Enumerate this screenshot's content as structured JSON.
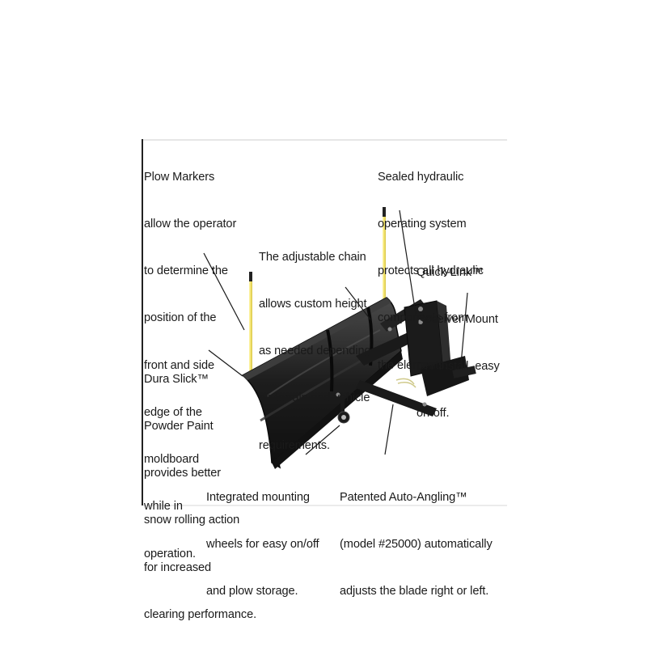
{
  "figure": {
    "subject": "ATV/UTV snow plow with labeled features",
    "colors": {
      "background": "#ffffff",
      "text": "#1a1a1a",
      "plow_body": "#1c1c1c",
      "plow_highlight": "#4a4a4a",
      "marker_yellow": "#f2e36b",
      "leader_line": "#1a1a1a",
      "frame_left": "#222222"
    }
  },
  "callouts": {
    "plow_markers": {
      "lines": [
        "Plow Markers",
        "allow the operator",
        "to determine the",
        "position of the",
        "front and side",
        "edge of the",
        "moldboard",
        "while in",
        "operation."
      ]
    },
    "sealed_hydraulic": {
      "lines": [
        "Sealed hydraulic",
        "operating system",
        "protects all hydraulic",
        "components from",
        "the elements."
      ]
    },
    "adjustable_chain": {
      "lines": [
        "The adjustable chain",
        "allows custom height",
        "as needed depending",
        "on terrain and vehicle",
        "requirements."
      ]
    },
    "quick_link": {
      "lines": [
        "Quick-Link™",
        "Receiver Mount",
        "DIY install, easy",
        "on-off."
      ]
    },
    "dura_slick": {
      "lines": [
        "Dura Slick™",
        "Powder Paint",
        "provides better",
        "snow rolling action",
        "for increased",
        "clearing performance."
      ]
    },
    "mounting_wheels": {
      "lines": [
        "Integrated mounting",
        "wheels for easy on/off",
        "and plow storage."
      ]
    },
    "auto_angling": {
      "lines": [
        "Patented Auto-Angling™",
        "(model #25000) automatically",
        "adjusts the blade right or left."
      ]
    }
  }
}
